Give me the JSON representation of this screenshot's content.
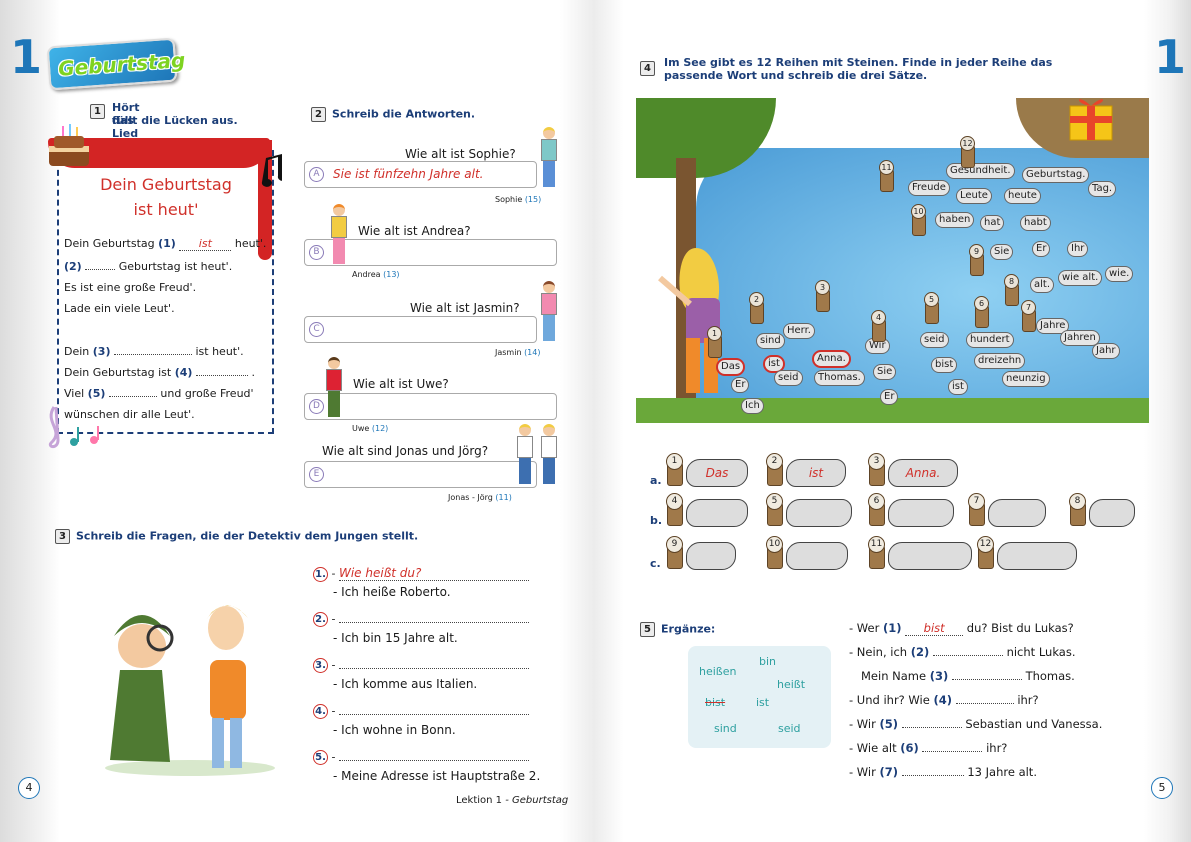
{
  "page_left": {
    "lesson_number": "1",
    "title_badge": "Geburtstag",
    "page_number": "4",
    "footer_lesson": "Lektion 1",
    "footer_title": "- Geburtstag"
  },
  "page_right": {
    "lesson_number": "1",
    "page_number": "5"
  },
  "ex1": {
    "num": "1",
    "instruction_line1": "Hört das Lied und",
    "instruction_line2": "füllt die Lücken aus.",
    "song_title_1": "Dein Geburtstag",
    "song_title_2": "ist heut'",
    "lines": [
      {
        "pre": "Dein Geburtstag",
        "n": "(1)",
        "answer": "ist",
        "post": "heut'."
      },
      {
        "pre": "",
        "n": "(2)",
        "answer": "",
        "post": "Geburtstag ist heut'."
      },
      {
        "pre": "Es ist eine große Freud'.",
        "n": "",
        "answer": "",
        "post": ""
      },
      {
        "pre": "Lade ein viele Leut'.",
        "n": "",
        "answer": "",
        "post": ""
      },
      {
        "pre": "Dein",
        "n": "(3)",
        "answer": "",
        "post": "ist heut'."
      },
      {
        "pre": "Dein Geburtstag ist",
        "n": "(4)",
        "answer": "",
        "post": "."
      },
      {
        "pre": "Viel",
        "n": "(5)",
        "answer": "",
        "post": "und große Freud'"
      },
      {
        "pre": "wünschen dir alle Leut'.",
        "n": "",
        "answer": "",
        "post": ""
      }
    ]
  },
  "ex2": {
    "num": "2",
    "instruction": "Schreib die Antworten.",
    "items": [
      {
        "letter": "A",
        "question": "Wie alt ist Sophie?",
        "answer": "Sie ist fünfzehn Jahre alt.",
        "caption_name": "Sophie",
        "caption_age": "(15)"
      },
      {
        "letter": "B",
        "question": "Wie alt ist Andrea?",
        "answer": "",
        "caption_name": "Andrea",
        "caption_age": "(13)"
      },
      {
        "letter": "C",
        "question": "Wie alt ist Jasmin?",
        "answer": "",
        "caption_name": "Jasmin",
        "caption_age": "(14)"
      },
      {
        "letter": "D",
        "question": "Wie alt ist Uwe?",
        "answer": "",
        "caption_name": "Uwe",
        "caption_age": "(12)"
      },
      {
        "letter": "E",
        "question": "Wie alt sind Jonas und Jörg?",
        "answer": "",
        "caption_name": "Jonas - Jörg",
        "caption_age": "(11)"
      }
    ]
  },
  "ex3": {
    "num": "3",
    "instruction": "Schreib die Fragen, die der Detektiv dem Jungen stellt.",
    "items": [
      {
        "n": "1.",
        "question": "Wie heißt du?",
        "answer": "Ich heiße Roberto."
      },
      {
        "n": "2.",
        "question": "",
        "answer": "Ich bin 15 Jahre alt."
      },
      {
        "n": "3.",
        "question": "",
        "answer": "Ich komme aus Italien."
      },
      {
        "n": "4.",
        "question": "",
        "answer": "Ich wohne in Bonn."
      },
      {
        "n": "5.",
        "question": "",
        "answer": "Meine Adresse ist Hauptstraße 2."
      }
    ]
  },
  "ex4": {
    "num": "4",
    "instruction_line1": "Im See gibt es 12 Reihen mit Steinen. Finde in jeder Reihe das",
    "instruction_line2": "passende Wort und schreib die drei Sätze.",
    "stones": [
      "Das",
      "sind",
      "ist",
      "seid",
      "Er",
      "Ich",
      "Herr.",
      "Anna.",
      "Thomas.",
      "Wir",
      "Sie",
      "Er",
      "seid",
      "bist",
      "ist",
      "hundert",
      "dreizehn",
      "neunzig",
      "Jahre",
      "Jahren",
      "Jahr",
      "alt.",
      "wie alt.",
      "wie.",
      "Sie",
      "Er",
      "Ihr",
      "haben",
      "hat",
      "habt",
      "Freude",
      "Leute",
      "heute",
      "Gesundheit.",
      "Geburtstag.",
      "Tag."
    ],
    "posts": [
      "1",
      "2",
      "3",
      "4",
      "5",
      "6",
      "7",
      "8",
      "9",
      "10",
      "11",
      "12"
    ],
    "rows": [
      {
        "label": "a.",
        "items": [
          {
            "n": "1",
            "answer": "Das"
          },
          {
            "n": "2",
            "answer": "ist"
          },
          {
            "n": "3",
            "answer": "Anna."
          }
        ]
      },
      {
        "label": "b.",
        "items": [
          {
            "n": "4",
            "answer": ""
          },
          {
            "n": "5",
            "answer": ""
          },
          {
            "n": "6",
            "answer": ""
          },
          {
            "n": "7",
            "answer": ""
          },
          {
            "n": "8",
            "answer": ""
          }
        ]
      },
      {
        "label": "c.",
        "items": [
          {
            "n": "9",
            "answer": ""
          },
          {
            "n": "10",
            "answer": ""
          },
          {
            "n": "11",
            "answer": ""
          },
          {
            "n": "12",
            "answer": ""
          }
        ]
      }
    ]
  },
  "ex5": {
    "num": "5",
    "instruction": "Ergänze:",
    "words": [
      "heißen",
      "bin",
      "heißt",
      "bist",
      "ist",
      "sind",
      "seid"
    ],
    "lines": [
      {
        "pre": "- Wer",
        "n": "(1)",
        "answer": "bist",
        "post": "du? Bist du Lukas?"
      },
      {
        "pre": "- Nein, ich",
        "n": "(2)",
        "answer": "",
        "post": "nicht Lukas."
      },
      {
        "pre": "Mein Name",
        "n": "(3)",
        "answer": "",
        "post": "Thomas."
      },
      {
        "pre": "- Und ihr? Wie",
        "n": "(4)",
        "answer": "",
        "post": "ihr?"
      },
      {
        "pre": "- Wir",
        "n": "(5)",
        "answer": "",
        "post": "Sebastian und Vanessa."
      },
      {
        "pre": "- Wie alt",
        "n": "(6)",
        "answer": "",
        "post": "ihr?"
      },
      {
        "pre": "- Wir",
        "n": "(7)",
        "answer": "",
        "post": "13 Jahre alt."
      }
    ]
  },
  "colors": {
    "blue": "#1e76b8",
    "navy": "#1c3e78",
    "red": "#d0302a",
    "teal": "#2ea0a0",
    "water": "#5aa3d8"
  }
}
